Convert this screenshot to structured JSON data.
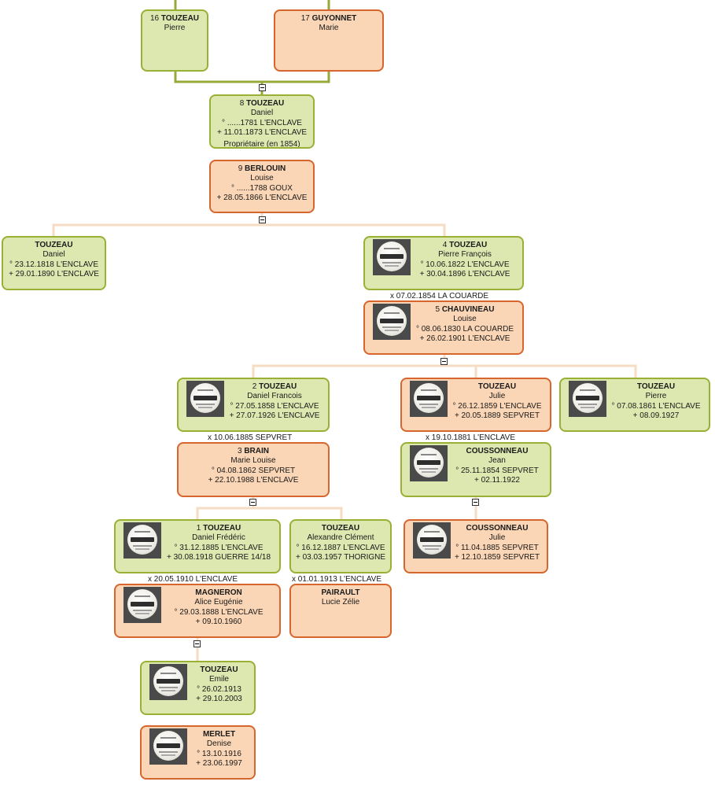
{
  "persons": {
    "p16": {
      "num": "16",
      "surname": "TOUZEAU",
      "given": "Pierre"
    },
    "p17": {
      "num": "17",
      "surname": "GUYONNET",
      "given": "Marie"
    },
    "p8": {
      "num": "8",
      "surname": "TOUZEAU",
      "given": "Daniel",
      "birth": "° ......1781 L'ENCLAVE",
      "death": "+ 11.01.1873 L'ENCLAVE",
      "occupation": "Propriétaire (en 1854)"
    },
    "p9": {
      "num": "9",
      "surname": "BERLOUIN",
      "given": "Louise",
      "birth": "° ......1788 GOUX",
      "death": "+ 28.05.1866 L'ENCLAVE"
    },
    "pDanielSr": {
      "surname": "TOUZEAU",
      "given": "Daniel",
      "birth": "° 23.12.1818 L'ENCLAVE",
      "death": "+ 29.01.1890 L'ENCLAVE"
    },
    "p4": {
      "num": "4",
      "surname": "TOUZEAU",
      "given": "Pierre François",
      "birth": "° 10.06.1822 L'ENCLAVE",
      "death": "+ 30.04.1896 L'ENCLAVE"
    },
    "p5": {
      "num": "5",
      "surname": "CHAUVINEAU",
      "given": "Louise",
      "birth": "° 08.06.1830 LA COUARDE",
      "death": "+ 26.02.1901 L'ENCLAVE"
    },
    "p2": {
      "num": "2",
      "surname": "TOUZEAU",
      "given": "Daniel Francois",
      "birth": "° 27.05.1858 L'ENCLAVE",
      "death": "+ 27.07.1926 L'ENCLAVE"
    },
    "pJulieT": {
      "surname": "TOUZEAU",
      "given": "Julie",
      "birth": "° 26.12.1859 L'ENCLAVE",
      "death": "+ 20.05.1889 SEPVRET"
    },
    "pPierreT": {
      "surname": "TOUZEAU",
      "given": "Pierre",
      "birth": "° 07.08.1861 L'ENCLAVE",
      "death": "+ 08.09.1927"
    },
    "p3": {
      "num": "3",
      "surname": "BRAIN",
      "given": "Marie Louise",
      "birth": "° 04.08.1862 SEPVRET",
      "death": "+ 22.10.1988 L'ENCLAVE"
    },
    "pJeanC": {
      "surname": "COUSSONNEAU",
      "given": "Jean",
      "birth": "° 25.11.1854 SEPVRET",
      "death": "+ 02.11.1922"
    },
    "p1": {
      "num": "1",
      "surname": "TOUZEAU",
      "given": "Daniel Frédéric",
      "birth": "° 31.12.1885 L'ENCLAVE",
      "death": "+ 30.08.1918 GUERRE 14/18"
    },
    "pAlex": {
      "surname": "TOUZEAU",
      "given": "Alexandre Clément",
      "birth": "° 16.12.1887 L'ENCLAVE",
      "death": "+ 03.03.1957 THORIGNE"
    },
    "pJulieC": {
      "surname": "COUSSONNEAU",
      "given": "Julie",
      "birth": "° 11.04.1885 SEPVRET",
      "death": "+ 12.10.1859 SEPVRET"
    },
    "pAlice": {
      "surname": "MAGNERON",
      "given": "Alice Eugénie",
      "birth": "° 29.03.1888 L'ENCLAVE",
      "death": "+ 09.10.1960"
    },
    "pLucie": {
      "surname": "PAIRAULT",
      "given": "Lucie Zélie"
    },
    "pEmile": {
      "surname": "TOUZEAU",
      "given": "Emile",
      "birth": "° 26.02.1913",
      "death": "+ 29.10.2003"
    },
    "pDenise": {
      "surname": "MERLET",
      "given": "Denise",
      "birth": "° 13.10.1916",
      "death": "+ 23.06.1997"
    }
  },
  "marriages": {
    "m4_5": "x 07.02.1854 LA COUARDE",
    "m2_3": "x 10.06.1885 SEPVRET",
    "mJulie_Jean": "x 19.10.1881 L'ENCLAVE",
    "m1_Alice": "x 20.05.1910 L'ENCLAVE",
    "mAlex_Lucie": "x 01.01.1913 L'ENCLAVE"
  },
  "colors": {
    "male_fill": "#dde8b1",
    "male_border": "#98b034",
    "female_fill": "#fbd6b6",
    "female_border": "#d6652e",
    "line_top": "#98a83a",
    "line_family": "#f5dcc3"
  },
  "icons": {
    "toggle": "collapse-toggle-icon",
    "photo": "portrait-photo"
  }
}
